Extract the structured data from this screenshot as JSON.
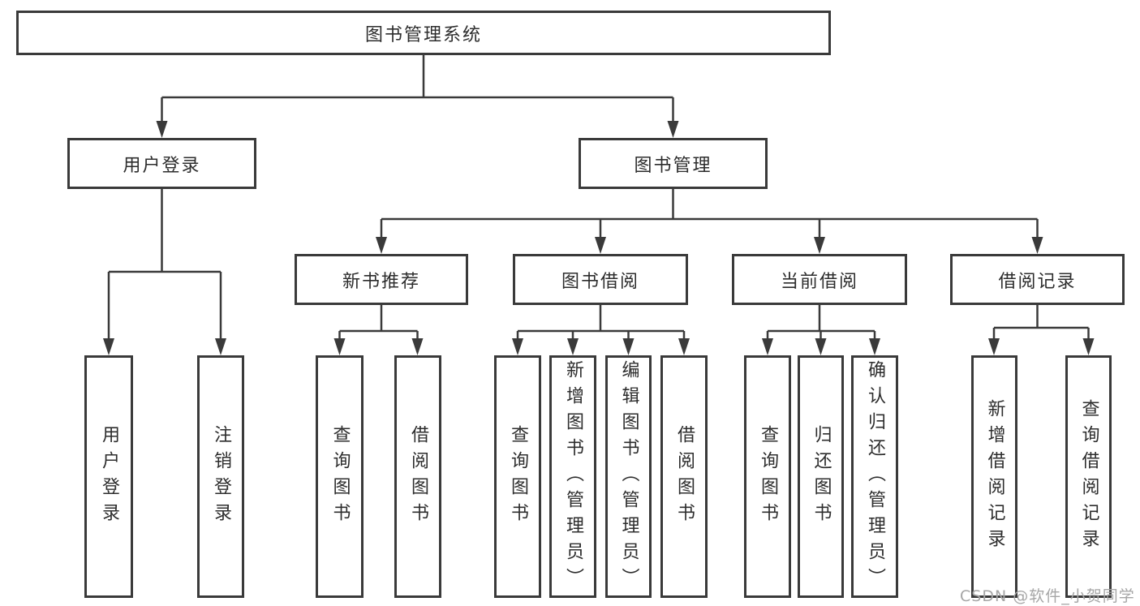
{
  "diagram": {
    "title": "图书管理系统",
    "tree": {
      "label": "图书管理系统",
      "children": [
        {
          "label": "用户登录",
          "children": [
            {
              "label": "用户登录"
            },
            {
              "label": "注销登录"
            }
          ]
        },
        {
          "label": "图书管理",
          "children": [
            {
              "label": "新书推荐",
              "children": [
                {
                  "label": "查询图书"
                },
                {
                  "label": "借阅图书"
                }
              ]
            },
            {
              "label": "图书借阅",
              "children": [
                {
                  "label": "查询图书"
                },
                {
                  "label": "新增图书（管理员）"
                },
                {
                  "label": "编辑图书（管理员）"
                },
                {
                  "label": "借阅图书"
                }
              ]
            },
            {
              "label": "当前借阅",
              "children": [
                {
                  "label": "查询图书"
                },
                {
                  "label": "归还图书"
                },
                {
                  "label": "确认归还（管理员）"
                }
              ]
            },
            {
              "label": "借阅记录",
              "children": [
                {
                  "label": "新增借阅记录"
                },
                {
                  "label": "查询借阅记录"
                }
              ]
            }
          ]
        }
      ]
    },
    "colors": {
      "line": "#3a3a3a",
      "box_border": "#3a3a3a",
      "text": "#2d2d2d",
      "background": "#ffffff",
      "watermark": "#a6a6a6"
    }
  },
  "watermark": {
    "text": "CSDN @软件_小贺同学"
  }
}
